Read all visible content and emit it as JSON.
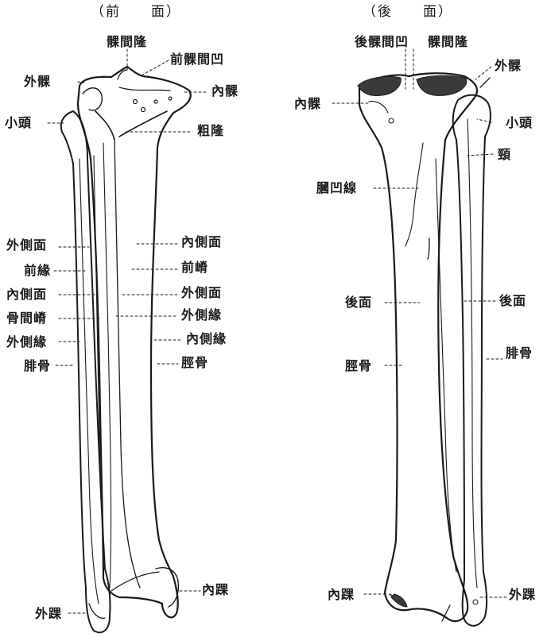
{
  "views": {
    "anterior": {
      "header": "（前　　面）",
      "labels": {
        "intercondylar_eminence": "髁間隆",
        "anterior_intercondylar_area": "前髁間凹",
        "lateral_condyle": "外髁",
        "medial_condyle": "內髁",
        "fibular_head": "小頭",
        "tuberosity": "粗隆",
        "lateral_surface_fib": "外側面",
        "medial_surface_tib": "內側面",
        "anterior_border_fib": "前緣",
        "anterior_crest_tib": "前嵴",
        "medial_surface_fib": "內側面",
        "lateral_surface_tib": "外側面",
        "interosseous_crest": "骨間嵴",
        "lateral_border_tib": "外側緣",
        "lateral_border_fib": "外側緣",
        "medial_border_tib": "內側緣",
        "fibula": "腓骨",
        "tibia": "脛骨",
        "medial_malleolus": "內踝",
        "lateral_malleolus": "外踝"
      }
    },
    "posterior": {
      "header": "（後　　面）",
      "labels": {
        "posterior_intercondylar_area": "後髁間凹",
        "intercondylar_eminence": "髁間隆",
        "lateral_condyle": "外髁",
        "medial_condyle": "內髁",
        "fibular_head": "小頭",
        "neck": "頸",
        "popliteal_line": "膕凹線",
        "posterior_surface_tib": "後面",
        "posterior_surface_fib": "後面",
        "tibia": "脛骨",
        "fibula": "腓骨",
        "medial_malleolus": "內踝",
        "lateral_malleolus": "外踝"
      }
    }
  }
}
